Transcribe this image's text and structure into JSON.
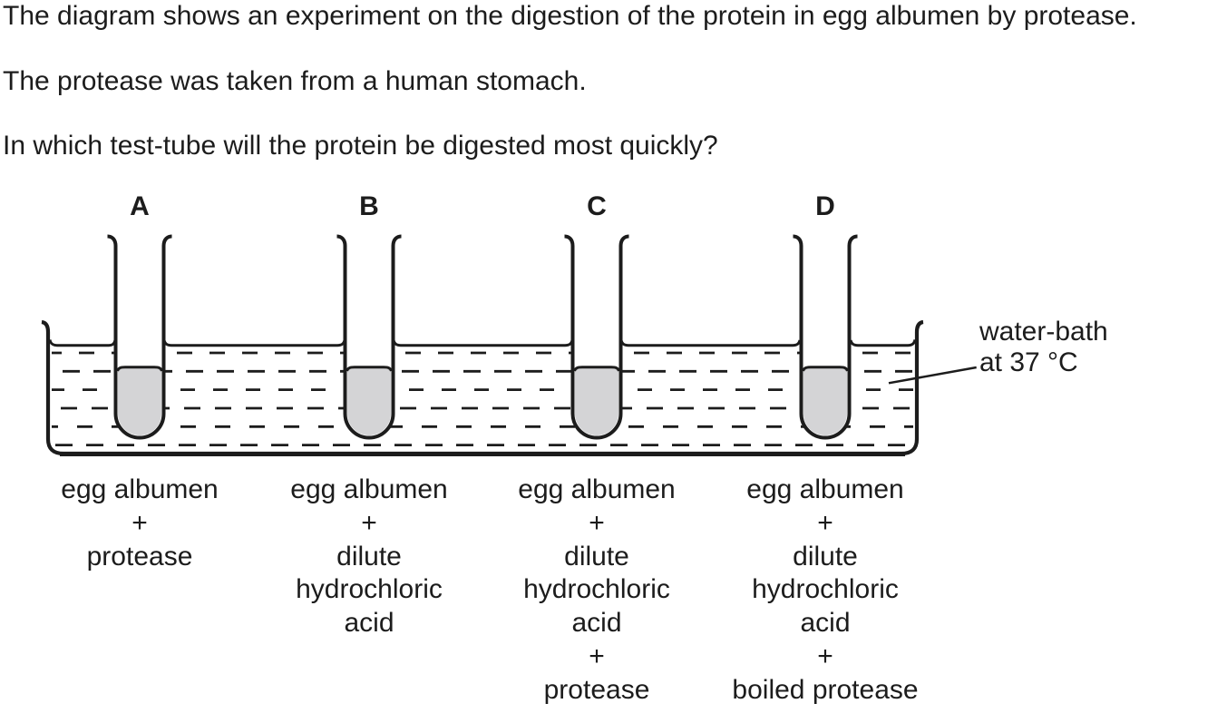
{
  "question": {
    "line1": "The diagram shows an experiment on the digestion of the protein in egg albumen by protease.",
    "line2": "The protease was taken from a human stomach.",
    "line3": "In which test-tube will the protein be digested most quickly?"
  },
  "diagram": {
    "tubes": [
      {
        "letter": "A",
        "contents": [
          "egg albumen",
          "+",
          "protease"
        ]
      },
      {
        "letter": "B",
        "contents": [
          "egg albumen",
          "+",
          "dilute",
          "hydrochloric",
          "acid"
        ]
      },
      {
        "letter": "C",
        "contents": [
          "egg albumen",
          "+",
          "dilute",
          "hydrochloric",
          "acid",
          "+",
          "protease"
        ]
      },
      {
        "letter": "D",
        "contents": [
          "egg albumen",
          "+",
          "dilute",
          "hydrochloric",
          "acid",
          "+",
          "boiled protease"
        ]
      }
    ],
    "water_bath_label": {
      "line1": "water-bath",
      "line2": "at 37 °C"
    },
    "colors": {
      "ink": "#1c1c1c",
      "liquid_fill": "#d4d4d6",
      "background": "#ffffff"
    }
  }
}
